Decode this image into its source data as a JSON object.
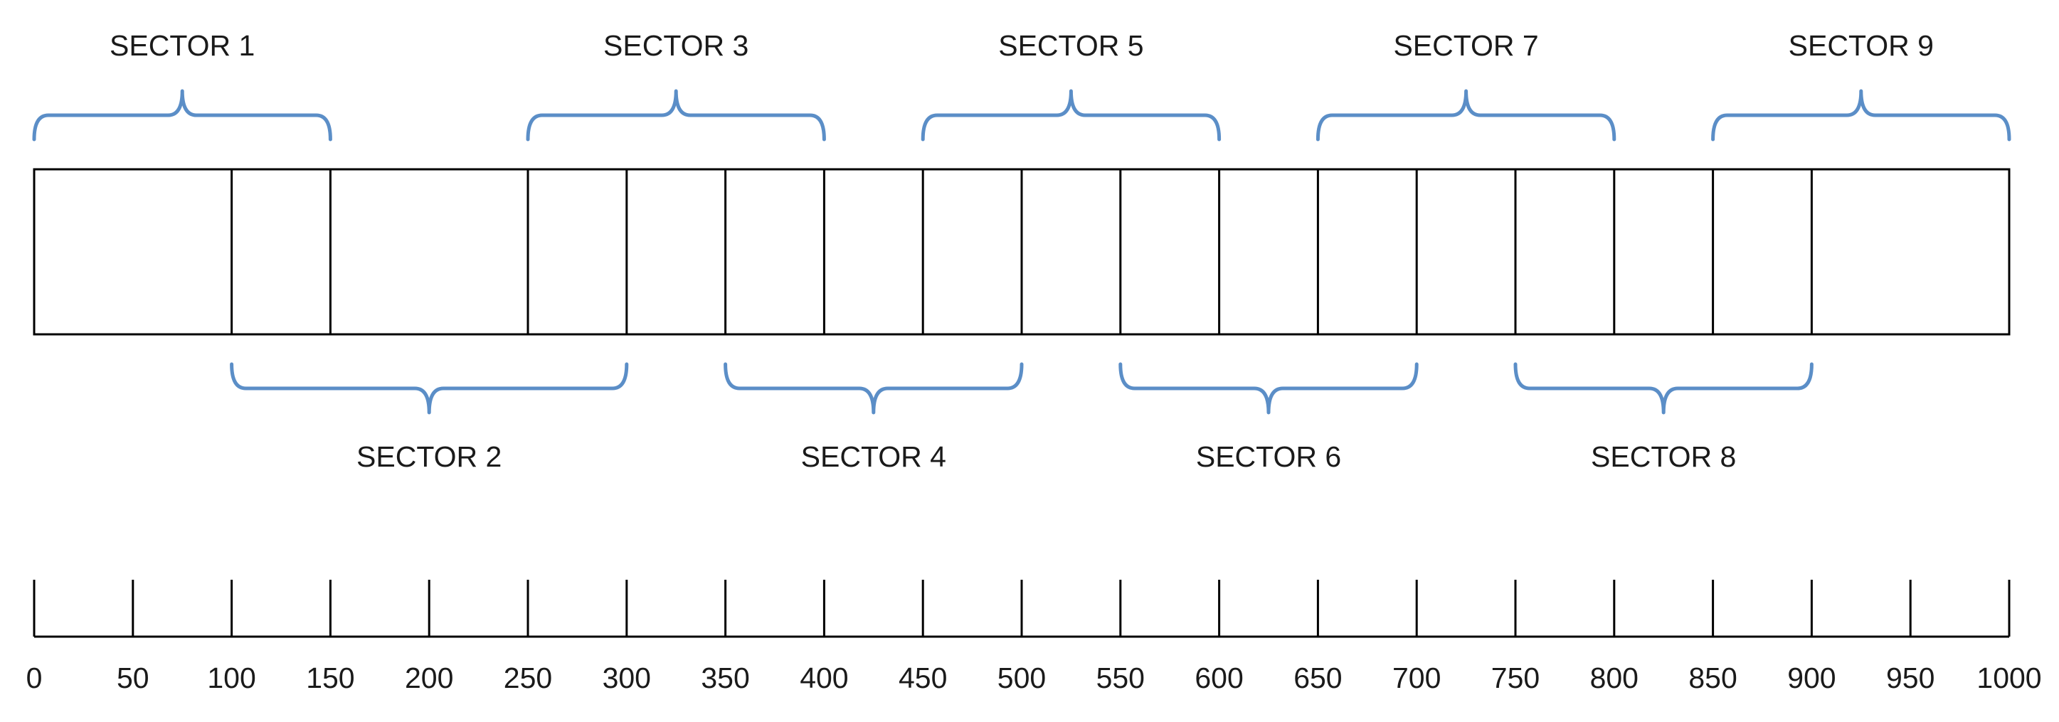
{
  "colors": {
    "brace": "#5b8ec7",
    "line": "#000000",
    "text": "#1a1a1a"
  },
  "strip": {
    "start": 0,
    "end": 1000,
    "dividers": [
      100,
      150,
      250,
      300,
      350,
      400,
      450,
      500,
      550,
      600,
      650,
      700,
      750,
      800,
      850,
      900
    ]
  },
  "sectors": [
    {
      "label": "SECTOR 1",
      "start": 0,
      "end": 150,
      "side": "top"
    },
    {
      "label": "SECTOR 2",
      "start": 100,
      "end": 300,
      "side": "bottom"
    },
    {
      "label": "SECTOR 3",
      "start": 250,
      "end": 400,
      "side": "top"
    },
    {
      "label": "SECTOR 4",
      "start": 350,
      "end": 500,
      "side": "bottom"
    },
    {
      "label": "SECTOR 5",
      "start": 450,
      "end": 600,
      "side": "top"
    },
    {
      "label": "SECTOR 6",
      "start": 550,
      "end": 700,
      "side": "bottom"
    },
    {
      "label": "SECTOR 7",
      "start": 650,
      "end": 800,
      "side": "top"
    },
    {
      "label": "SECTOR 8",
      "start": 750,
      "end": 900,
      "side": "bottom"
    },
    {
      "label": "SECTOR 9",
      "start": 850,
      "end": 1000,
      "side": "top"
    }
  ],
  "scale": {
    "ticks": [
      0,
      50,
      100,
      150,
      200,
      250,
      300,
      350,
      400,
      450,
      500,
      550,
      600,
      650,
      700,
      750,
      800,
      850,
      900,
      950,
      1000
    ],
    "tick_labels": [
      "0",
      "50",
      "100",
      "150",
      "200",
      "250",
      "300",
      "350",
      "400",
      "450",
      "500",
      "550",
      "600",
      "650",
      "700",
      "750",
      "800",
      "850",
      "900",
      "950",
      "1000"
    ]
  }
}
